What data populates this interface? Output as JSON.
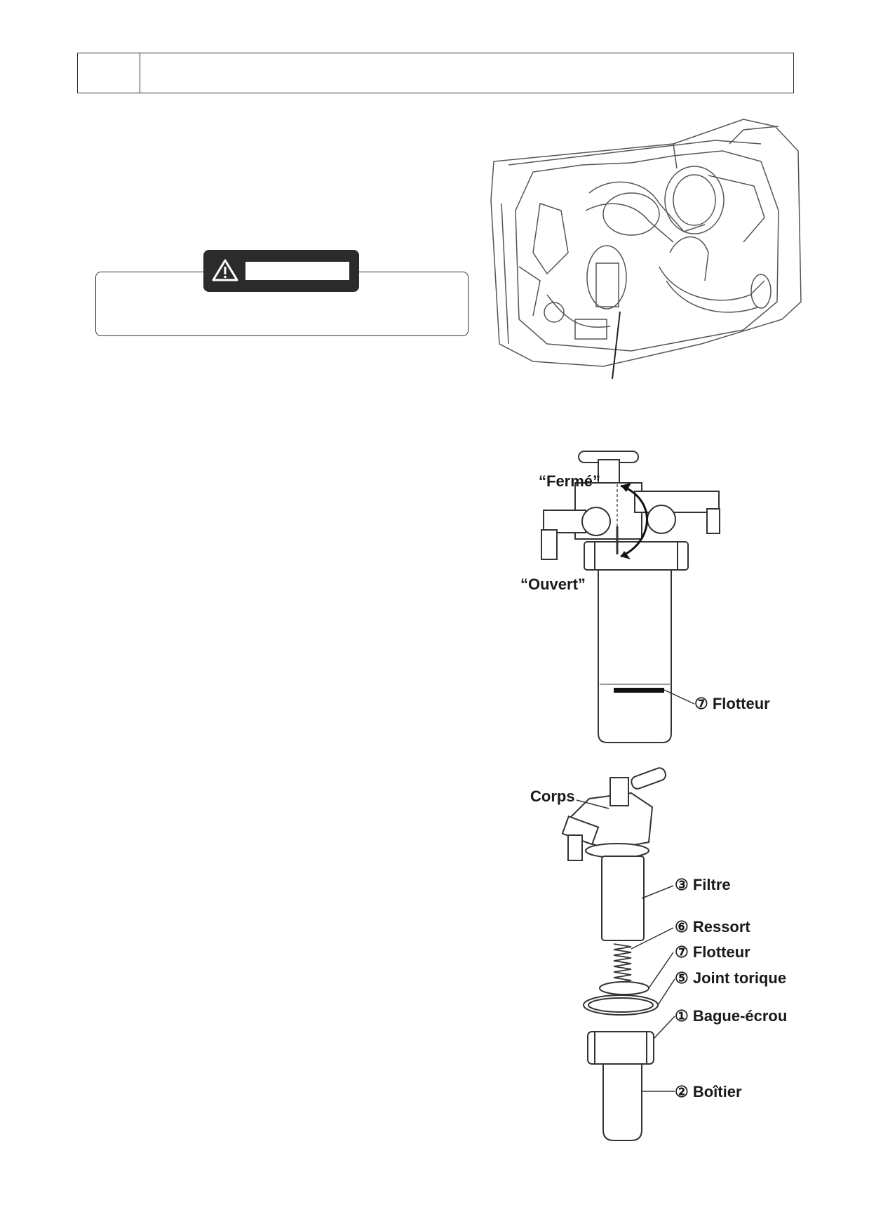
{
  "header": {
    "section_number": "",
    "section_title": ""
  },
  "warning": {
    "label": "",
    "text": ""
  },
  "figure_valve": {
    "closed_label": "“Fermé”",
    "open_label": "“Ouvert”",
    "float_label": "⑦ Flotteur"
  },
  "figure_exploded": {
    "body_label": "Corps",
    "filter_label": "③ Filtre",
    "spring_label": "⑥ Ressort",
    "float_label": "⑦ Flotteur",
    "oring_label": "⑤ Joint torique",
    "ring_nut_label": "① Bague-écrou",
    "housing_label": "② Boîtier"
  }
}
